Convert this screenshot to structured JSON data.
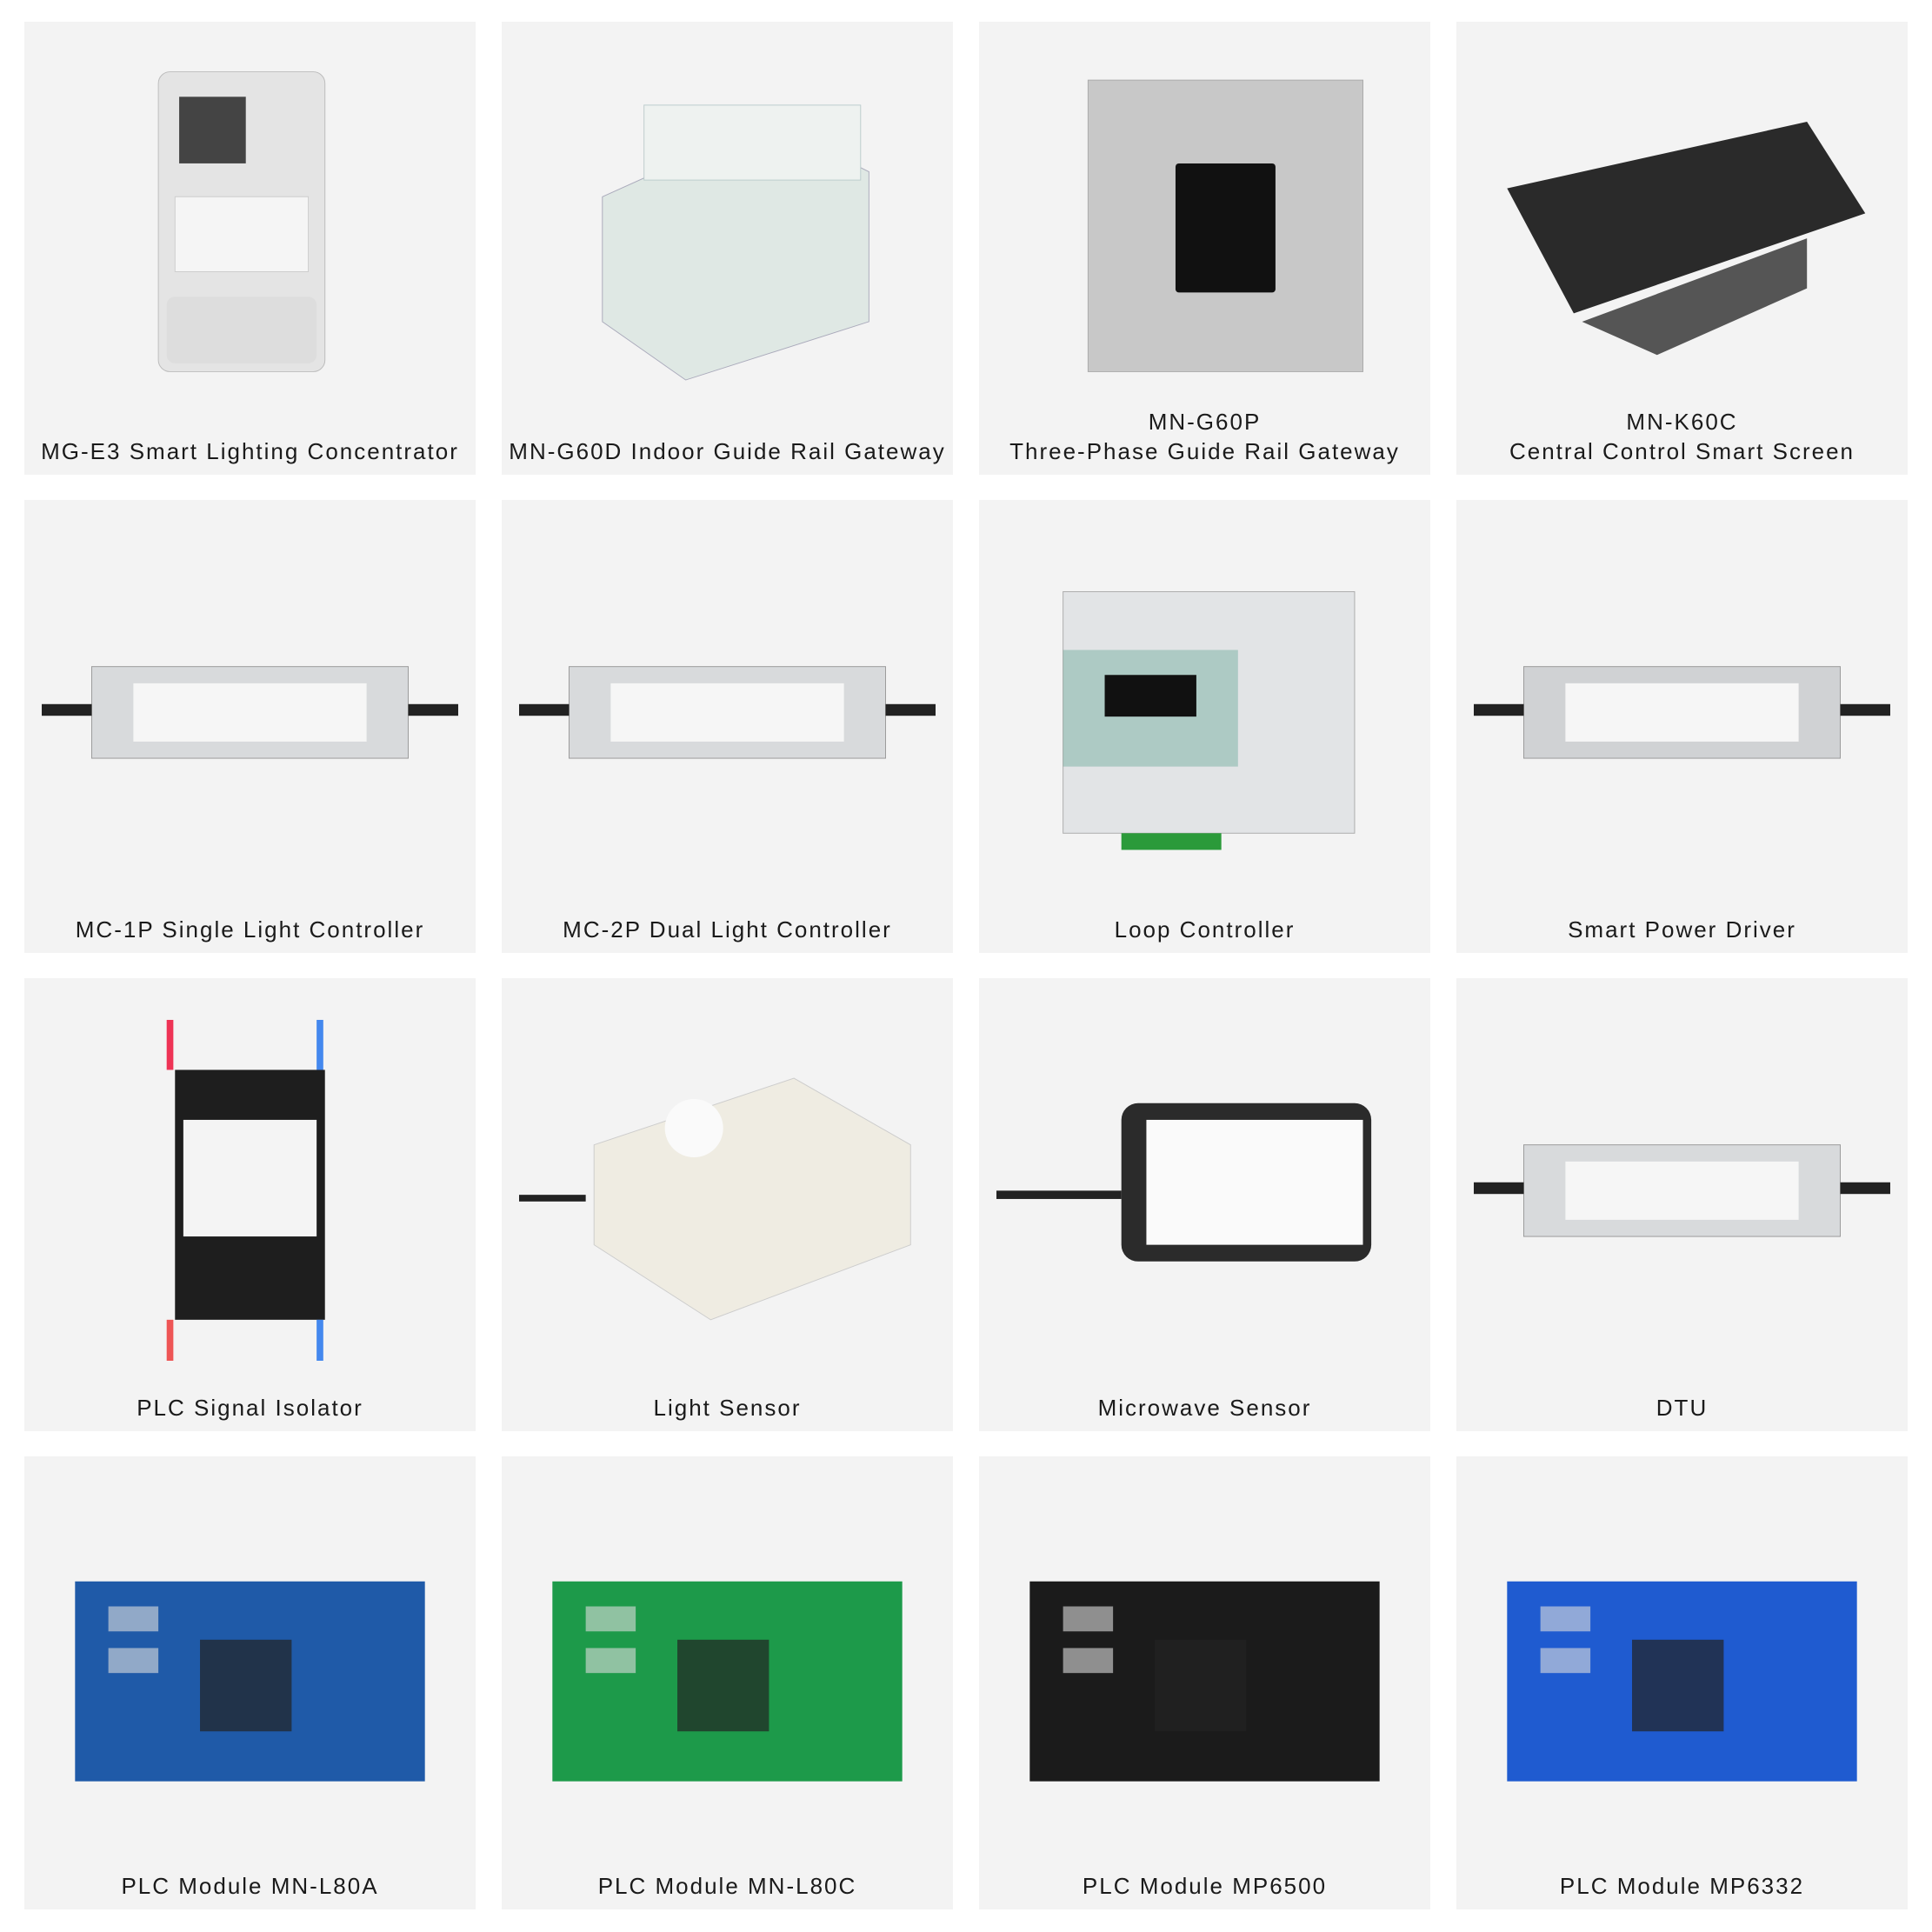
{
  "products": [
    {
      "name": "MG-E3 Smart Lighting Concentrator",
      "line2": "",
      "icon": "meter",
      "color": "#e4e4e4"
    },
    {
      "name": "MN-G60D Indoor Guide Rail Gateway",
      "line2": "",
      "icon": "din-rail",
      "color": "#dfe8e4"
    },
    {
      "name": "MN-G60P",
      "line2": "Three-Phase Guide Rail Gateway",
      "icon": "panel",
      "color": "#c8c8c8"
    },
    {
      "name": "MN-K60C",
      "line2": "Central Control Smart Screen",
      "icon": "screen",
      "color": "#2a2a2a"
    },
    {
      "name": "MC-1P Single Light Controller",
      "line2": "",
      "icon": "driver",
      "color": "#d8dadc"
    },
    {
      "name": "MC-2P Dual Light Controller",
      "line2": "",
      "icon": "driver",
      "color": "#d8dadc"
    },
    {
      "name": "Loop Controller",
      "line2": "",
      "icon": "loop",
      "color": "#e2e4e6"
    },
    {
      "name": "Smart Power Driver",
      "line2": "",
      "icon": "driver",
      "color": "#d0d2d4"
    },
    {
      "name": "PLC Signal Isolator",
      "line2": "",
      "icon": "isolator",
      "color": "#1e1e1e"
    },
    {
      "name": "Light Sensor",
      "line2": "",
      "icon": "sensor",
      "color": "#efece2"
    },
    {
      "name": "Microwave Sensor",
      "line2": "",
      "icon": "microwave",
      "color": "#2b2b2b"
    },
    {
      "name": "DTU",
      "line2": "",
      "icon": "driver",
      "color": "#d8dadc"
    },
    {
      "name": "PLC Module MN-L80A",
      "line2": "",
      "icon": "pcb",
      "color": "#1f5aa8"
    },
    {
      "name": "PLC Module MN-L80C",
      "line2": "",
      "icon": "pcb",
      "color": "#1d9a4a"
    },
    {
      "name": "PLC Module MP6500",
      "line2": "",
      "icon": "pcb",
      "color": "#1b1b1b"
    },
    {
      "name": "PLC Module MP6332",
      "line2": "",
      "icon": "pcb",
      "color": "#1f5bd0"
    }
  ]
}
